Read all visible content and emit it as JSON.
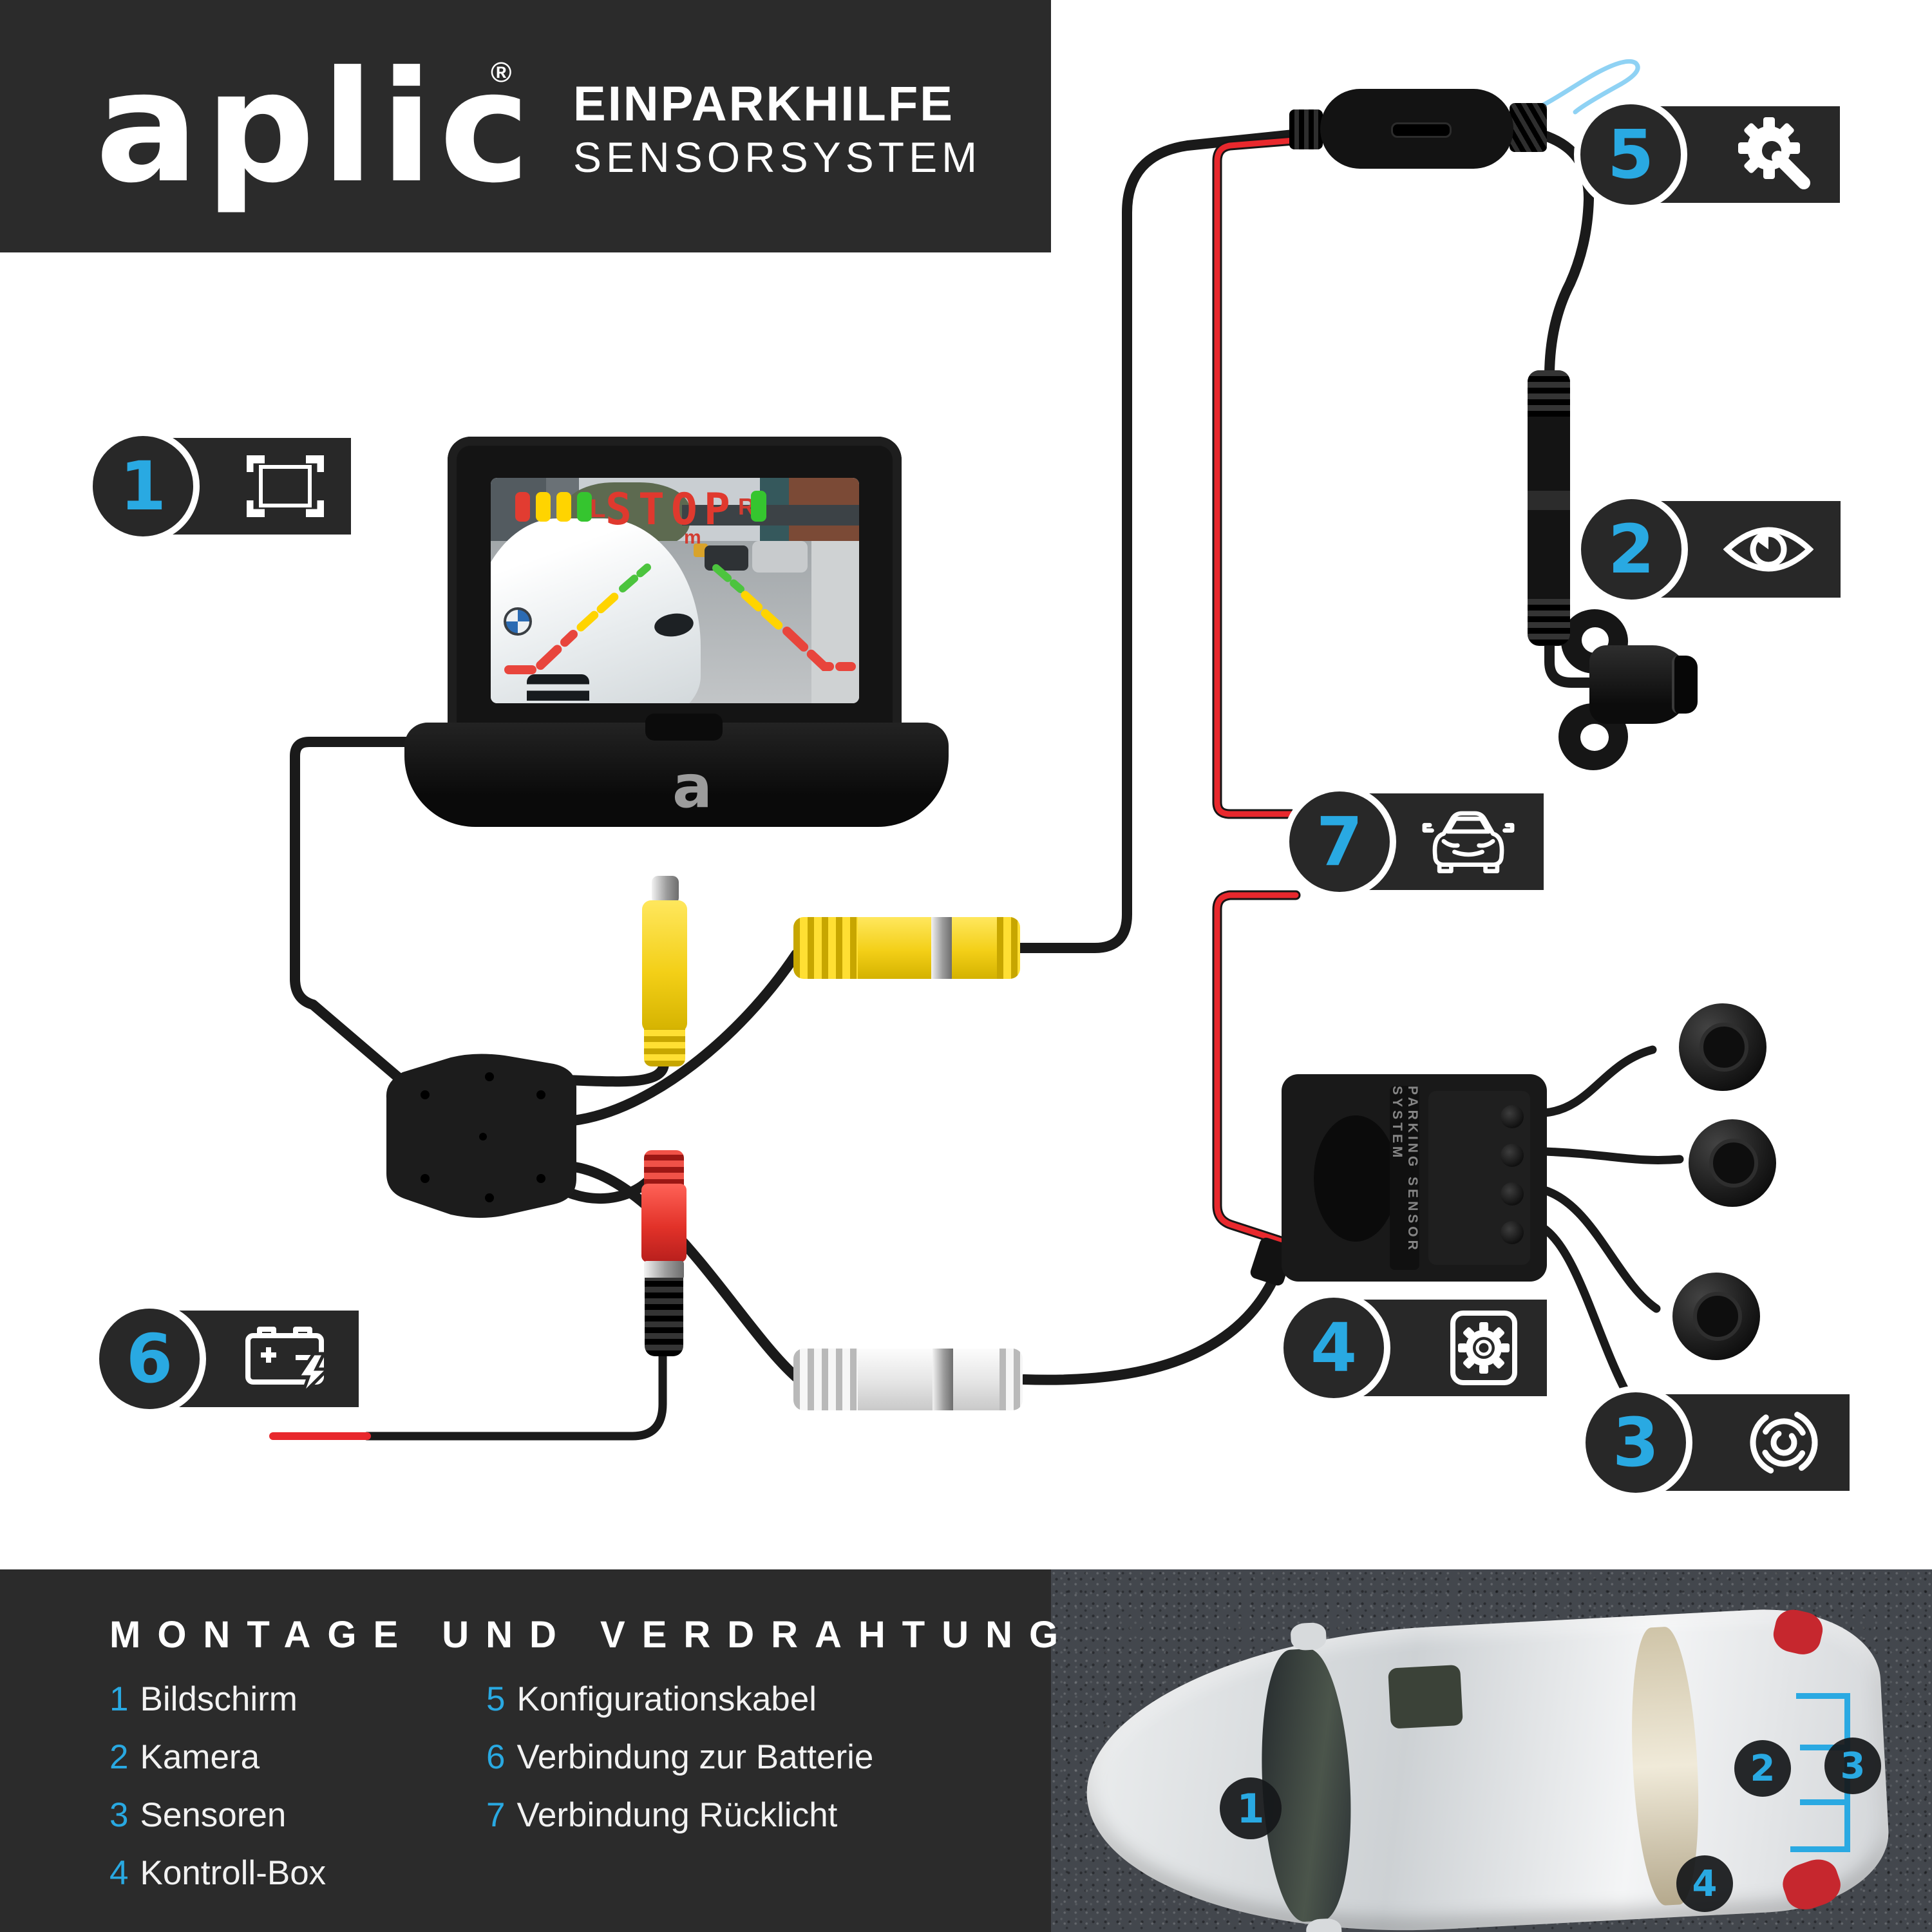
{
  "header": {
    "logo": "aplic",
    "registered": "®",
    "title_line1": "EINPARKHILFE",
    "title_line2": "SENSORSYSTEM"
  },
  "badges": [
    {
      "number": "1",
      "icon": "screen-icon"
    },
    {
      "number": "2",
      "icon": "eye-icon"
    },
    {
      "number": "3",
      "icon": "sensor-waves-icon"
    },
    {
      "number": "4",
      "icon": "gear-box-icon"
    },
    {
      "number": "5",
      "icon": "gear-wrench-icon"
    },
    {
      "number": "6",
      "icon": "battery-icon"
    },
    {
      "number": "7",
      "icon": "car-rear-icon"
    }
  ],
  "monitor": {
    "indicator_left": "L",
    "stop_text": "STOP",
    "indicator_right": "R",
    "unit": "m",
    "base_logo": "a"
  },
  "control_box": {
    "label": "PARKING SENSOR SYSTEM"
  },
  "legend": {
    "title": "MONTAGE UND VERDRAHTUNG",
    "items": [
      {
        "number": "1",
        "label": "Bildschirm"
      },
      {
        "number": "2",
        "label": "Kamera"
      },
      {
        "number": "3",
        "label": "Sensoren"
      },
      {
        "number": "4",
        "label": "Kontroll-Box"
      },
      {
        "number": "5",
        "label": "Konfigurationskabel"
      },
      {
        "number": "6",
        "label": "Verbindung zur Batterie"
      },
      {
        "number": "7",
        "label": "Verbindung Rücklicht"
      }
    ]
  },
  "photo": {
    "markers": [
      "1",
      "2",
      "3",
      "4"
    ]
  },
  "colors": {
    "accent_blue": "#29A9E2",
    "panel_dark": "#2B2B2B",
    "cable_black": "#1A1A1A",
    "rca_yellow": "#FFD60A",
    "rca_white": "#F2F2F2",
    "rca_red": "#E33B35",
    "wire_red": "#E8282D",
    "config_wire_blue": "#8FD2F4",
    "guide_green": "#4CC43E",
    "guide_yellow": "#FFD400",
    "guide_red": "#E8453C"
  }
}
